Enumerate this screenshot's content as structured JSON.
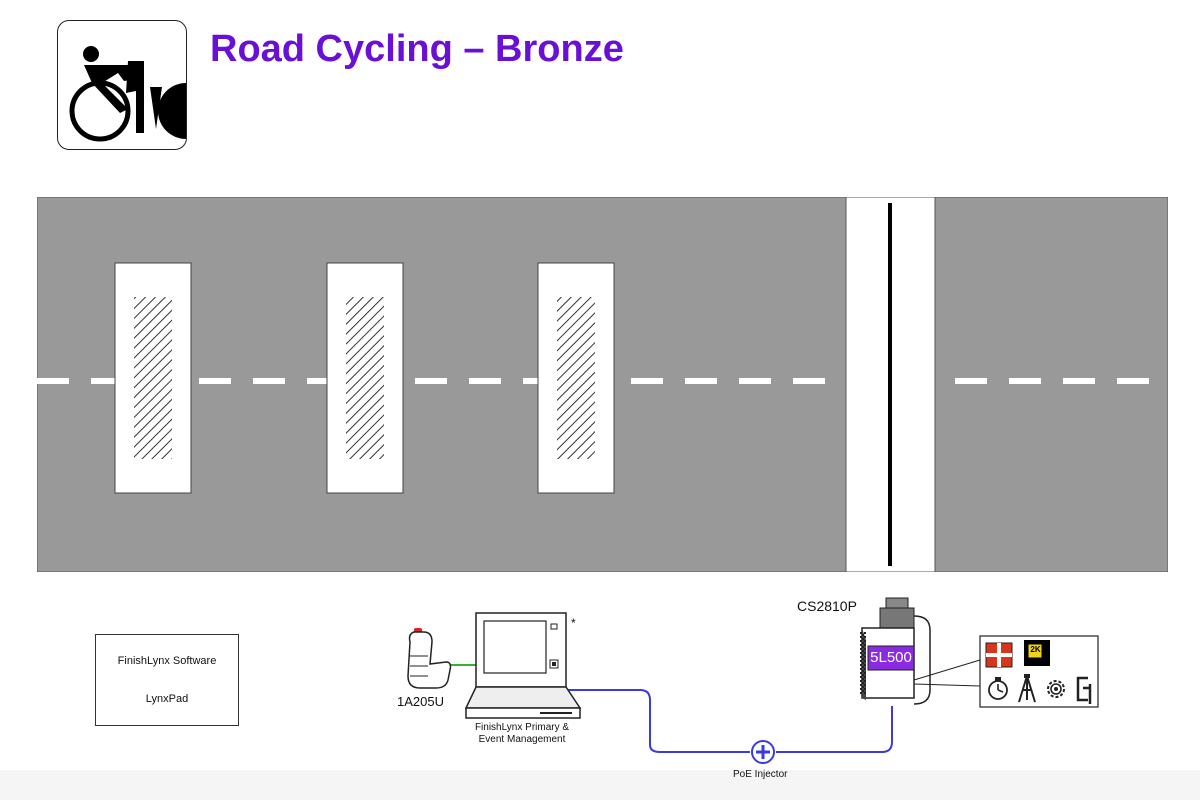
{
  "title": "Road Cycling – Bronze",
  "logo_icon": "road-cycling-pictogram-icon",
  "legend": {
    "line1": "FinishLynx Software",
    "line2": "LynxPad"
  },
  "equipment": {
    "handheld_label": "1A205U",
    "laptop_label": "FinishLynx Primary & Event Management",
    "laptop_footnote": "*",
    "poe_label": "PoE Injector",
    "camera_model": "CS2810P",
    "camera_badge": "5L500",
    "accessory_badge": "2K"
  },
  "colors": {
    "title": "#6a10d6",
    "road": "#999999",
    "cable_blue": "#3b3bdc",
    "cable_green": "#2fb52f",
    "badge_purple": "#8a2be2"
  }
}
